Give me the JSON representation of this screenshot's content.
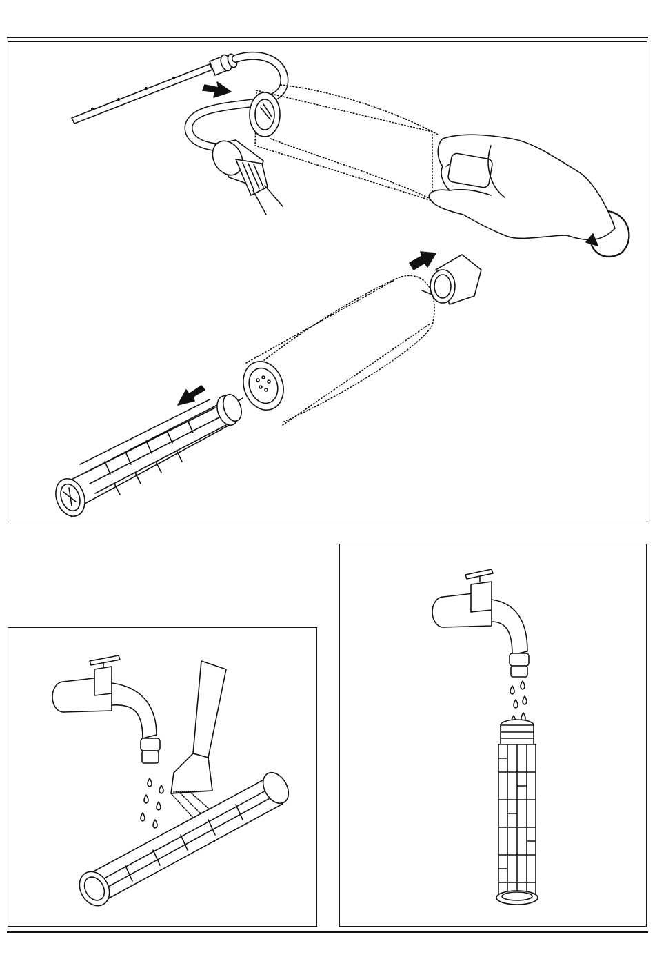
{
  "page": {
    "type": "technical-illustration-page",
    "text_labels": []
  },
  "panels": [
    {
      "id": "top",
      "depicts": "disassembly-of-filter-with-hose-and-hand"
    },
    {
      "id": "bottom-left",
      "depicts": "brushing-filter-under-tap"
    },
    {
      "id": "bottom-right",
      "depicts": "rinsing-filter-under-tap"
    }
  ],
  "colors": {
    "line": "#111111",
    "background": "#ffffff"
  }
}
